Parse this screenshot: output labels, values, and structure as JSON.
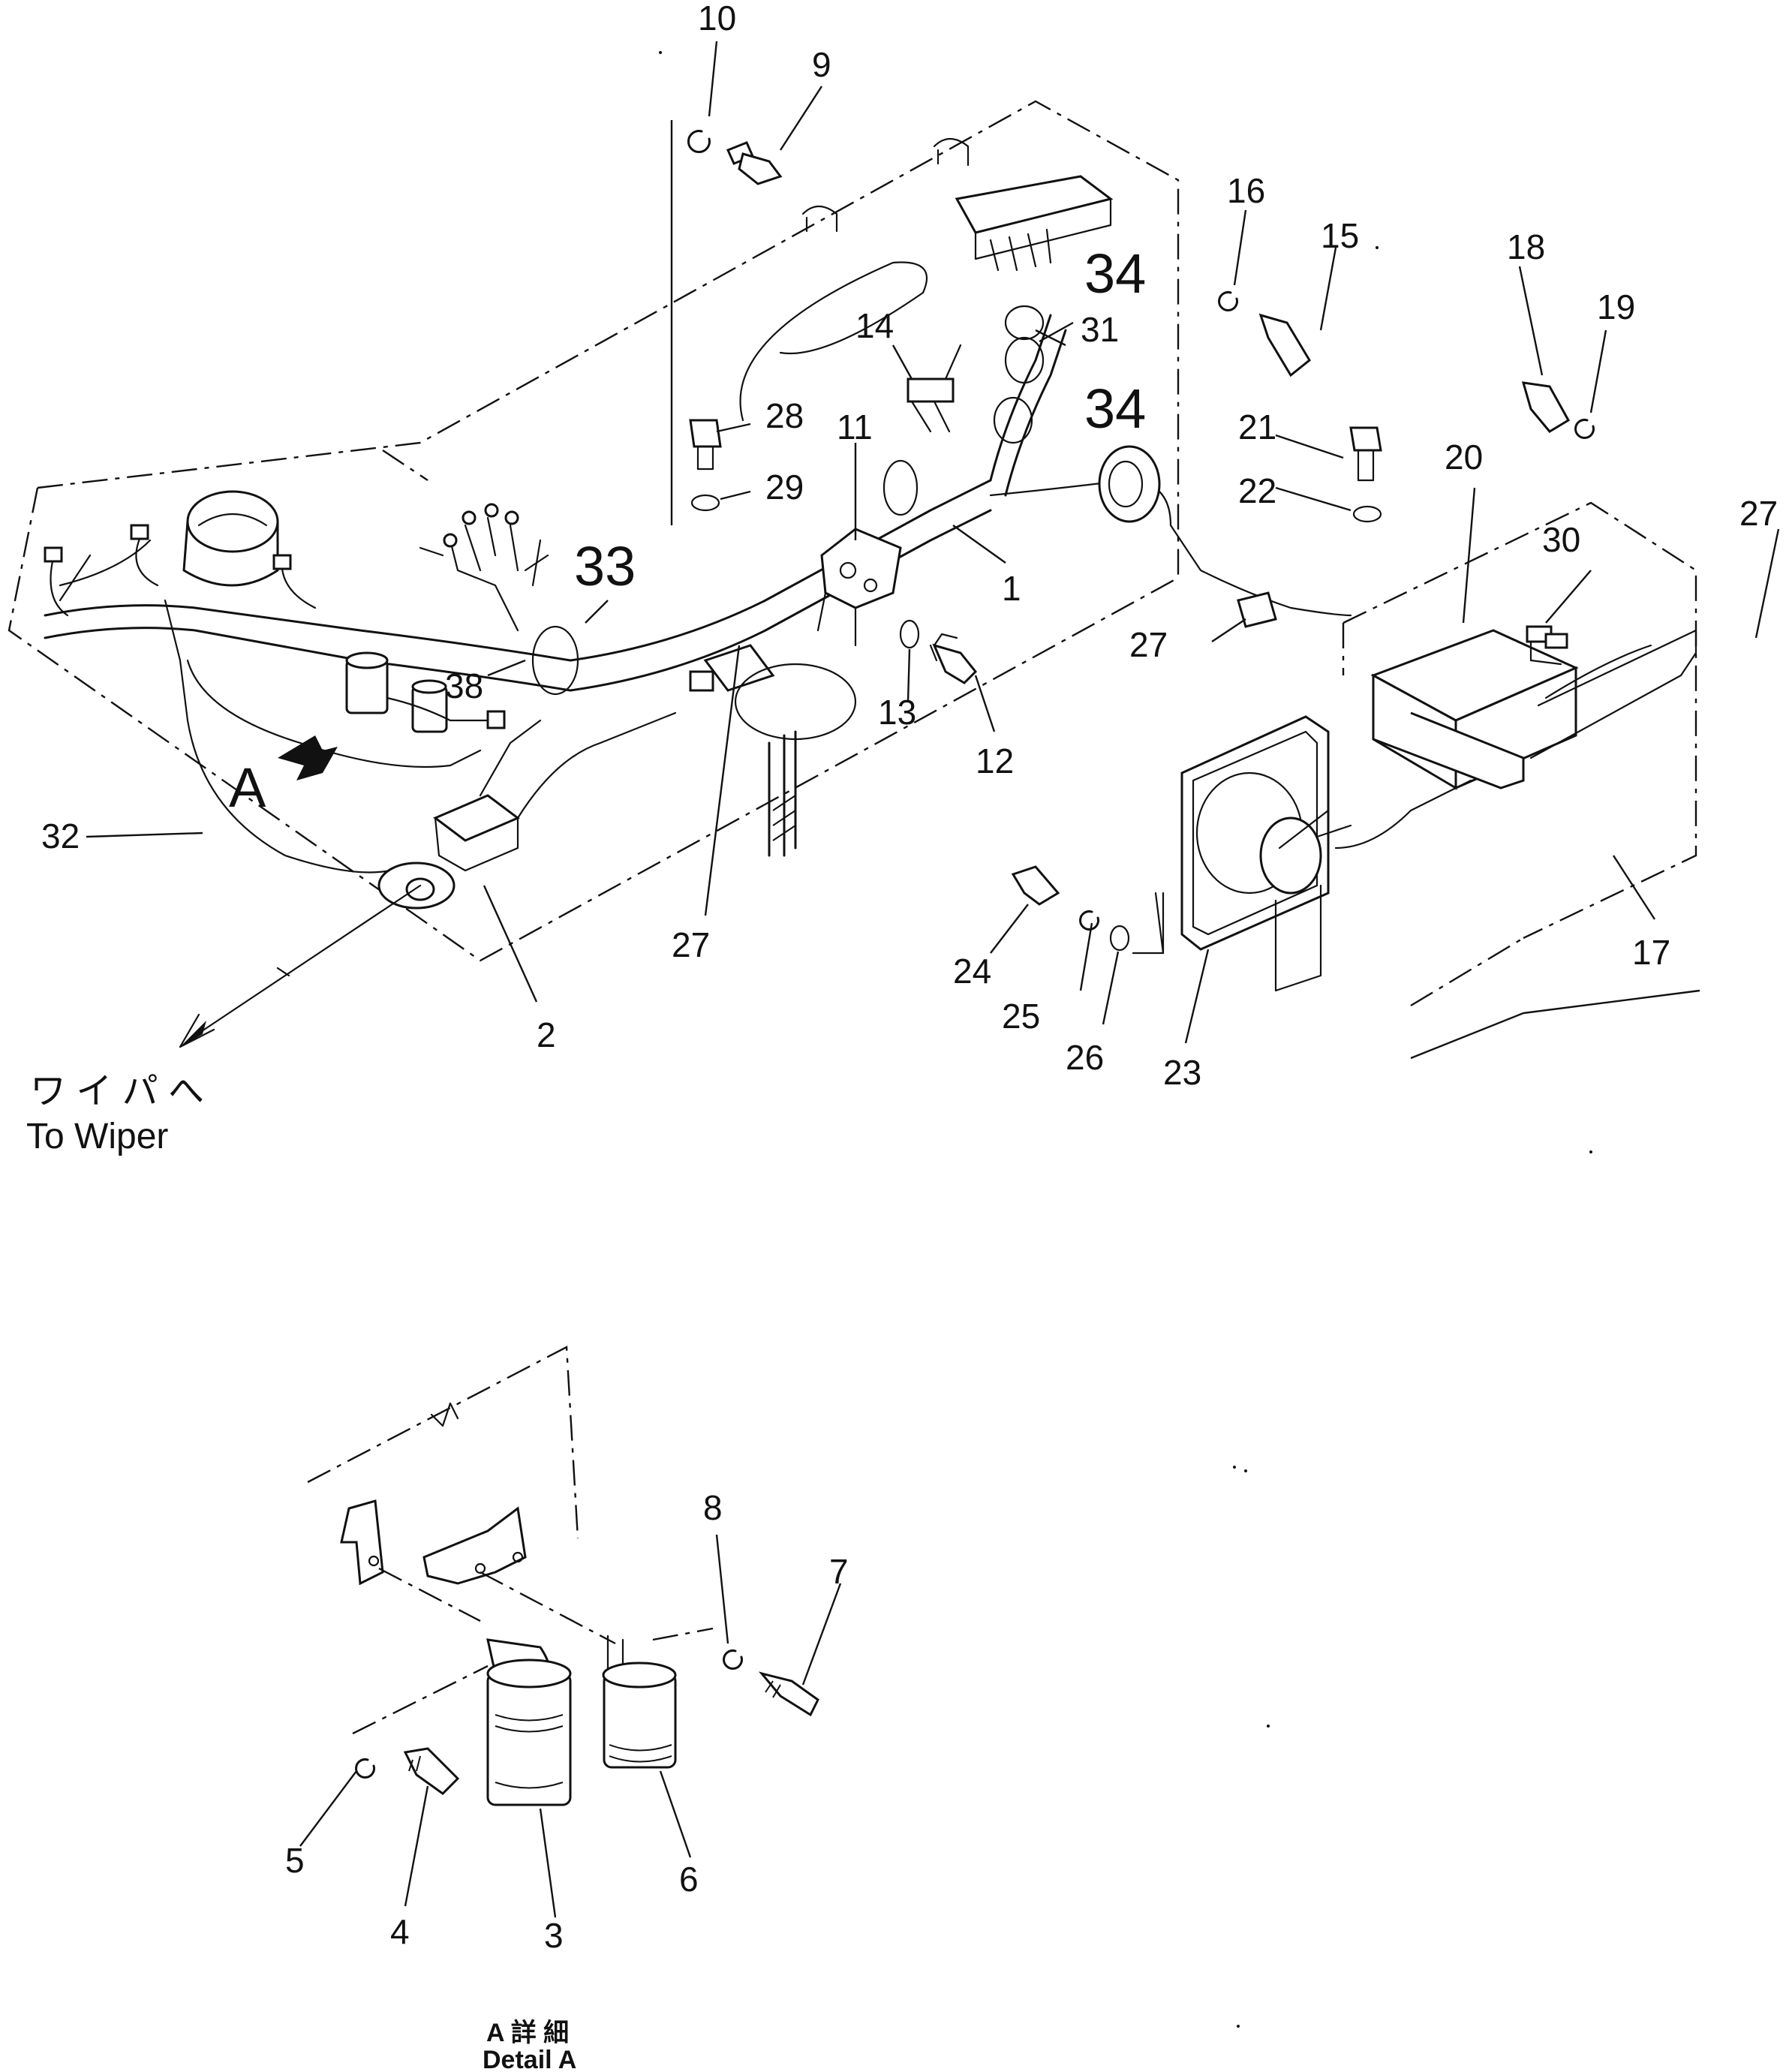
{
  "callouts": {
    "c1": "1",
    "c2": "2",
    "c3": "3",
    "c4": "4",
    "c5": "5",
    "c6": "6",
    "c7": "7",
    "c8": "8",
    "c9": "9",
    "c10": "10",
    "c11": "11",
    "c12": "12",
    "c13": "13",
    "c14": "14",
    "c15": "15",
    "c16": "16",
    "c17": "17",
    "c18": "18",
    "c19": "19",
    "c20": "20",
    "c21": "21",
    "c22": "22",
    "c23": "23",
    "c24": "24",
    "c25": "25",
    "c26": "26",
    "c27a": "27",
    "c27b": "27",
    "c27c": "27",
    "c28": "28",
    "c29": "29",
    "c30": "30",
    "c31": "31",
    "c32": "32",
    "c33": "33",
    "c34a": "34",
    "c34b": "34",
    "c38": "38",
    "detail_marker": "A"
  },
  "wiper_label": {
    "jp": "ワ イ パ へ",
    "en": "To Wiper"
  },
  "detail_caption": {
    "jp": "A 詳 細",
    "en": "Detail A"
  }
}
